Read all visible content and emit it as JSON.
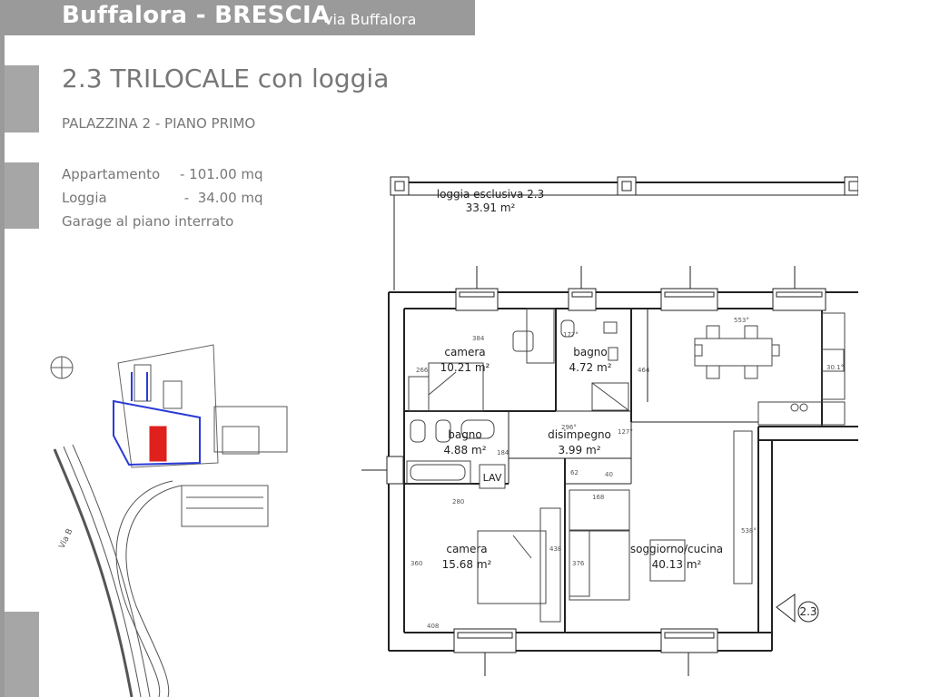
{
  "header": {
    "city": "Buffalora - BRESCIA",
    "street": "via Buffalora"
  },
  "unit": {
    "title": "2.3 TRILOCALE con loggia",
    "subtitle": "PALAZZINA 2 - PIANO PRIMO",
    "specs": [
      {
        "label": "Appartamento",
        "value": "- 101.00 mq"
      },
      {
        "label": "Loggia",
        "value": " -  34.00 mq"
      }
    ],
    "garage": "Garage al piano interrato"
  },
  "plan": {
    "rooms": [
      {
        "name": "loggia esclusiva 2.3",
        "area": "33.91 m²"
      },
      {
        "name": "camera",
        "area": "10.21 m²"
      },
      {
        "name": "bagno",
        "area": "4.72 m²"
      },
      {
        "name": "bagno",
        "area": "4.88 m²"
      },
      {
        "name": "disimpegno",
        "area": "3.99 m²"
      },
      {
        "name": "camera",
        "area": "15.68 m²"
      },
      {
        "name": "soggiorno/cucina",
        "area": "40.13 m²"
      }
    ],
    "fixture_label": "LAV",
    "unit_marker": "2.3",
    "dims": {
      "d384": "384",
      "d177": "177°",
      "d553": "553°",
      "d266": "266",
      "d464": "464",
      "d296": "296°",
      "d127": "127°",
      "d184": "184",
      "d280": "280",
      "d168": "168",
      "d360": "360",
      "d438": "438",
      "d376": "376",
      "d538": "538°",
      "d408": "408",
      "d301": "30.1°",
      "d62": "62",
      "d40": "40"
    }
  },
  "site_plan": {
    "label": "Via B"
  },
  "colors": {
    "header_bg": "#9a9a9a",
    "text_gray": "#777777",
    "highlight_red": "#e0201c",
    "outline_blue": "#2a3bd6"
  }
}
